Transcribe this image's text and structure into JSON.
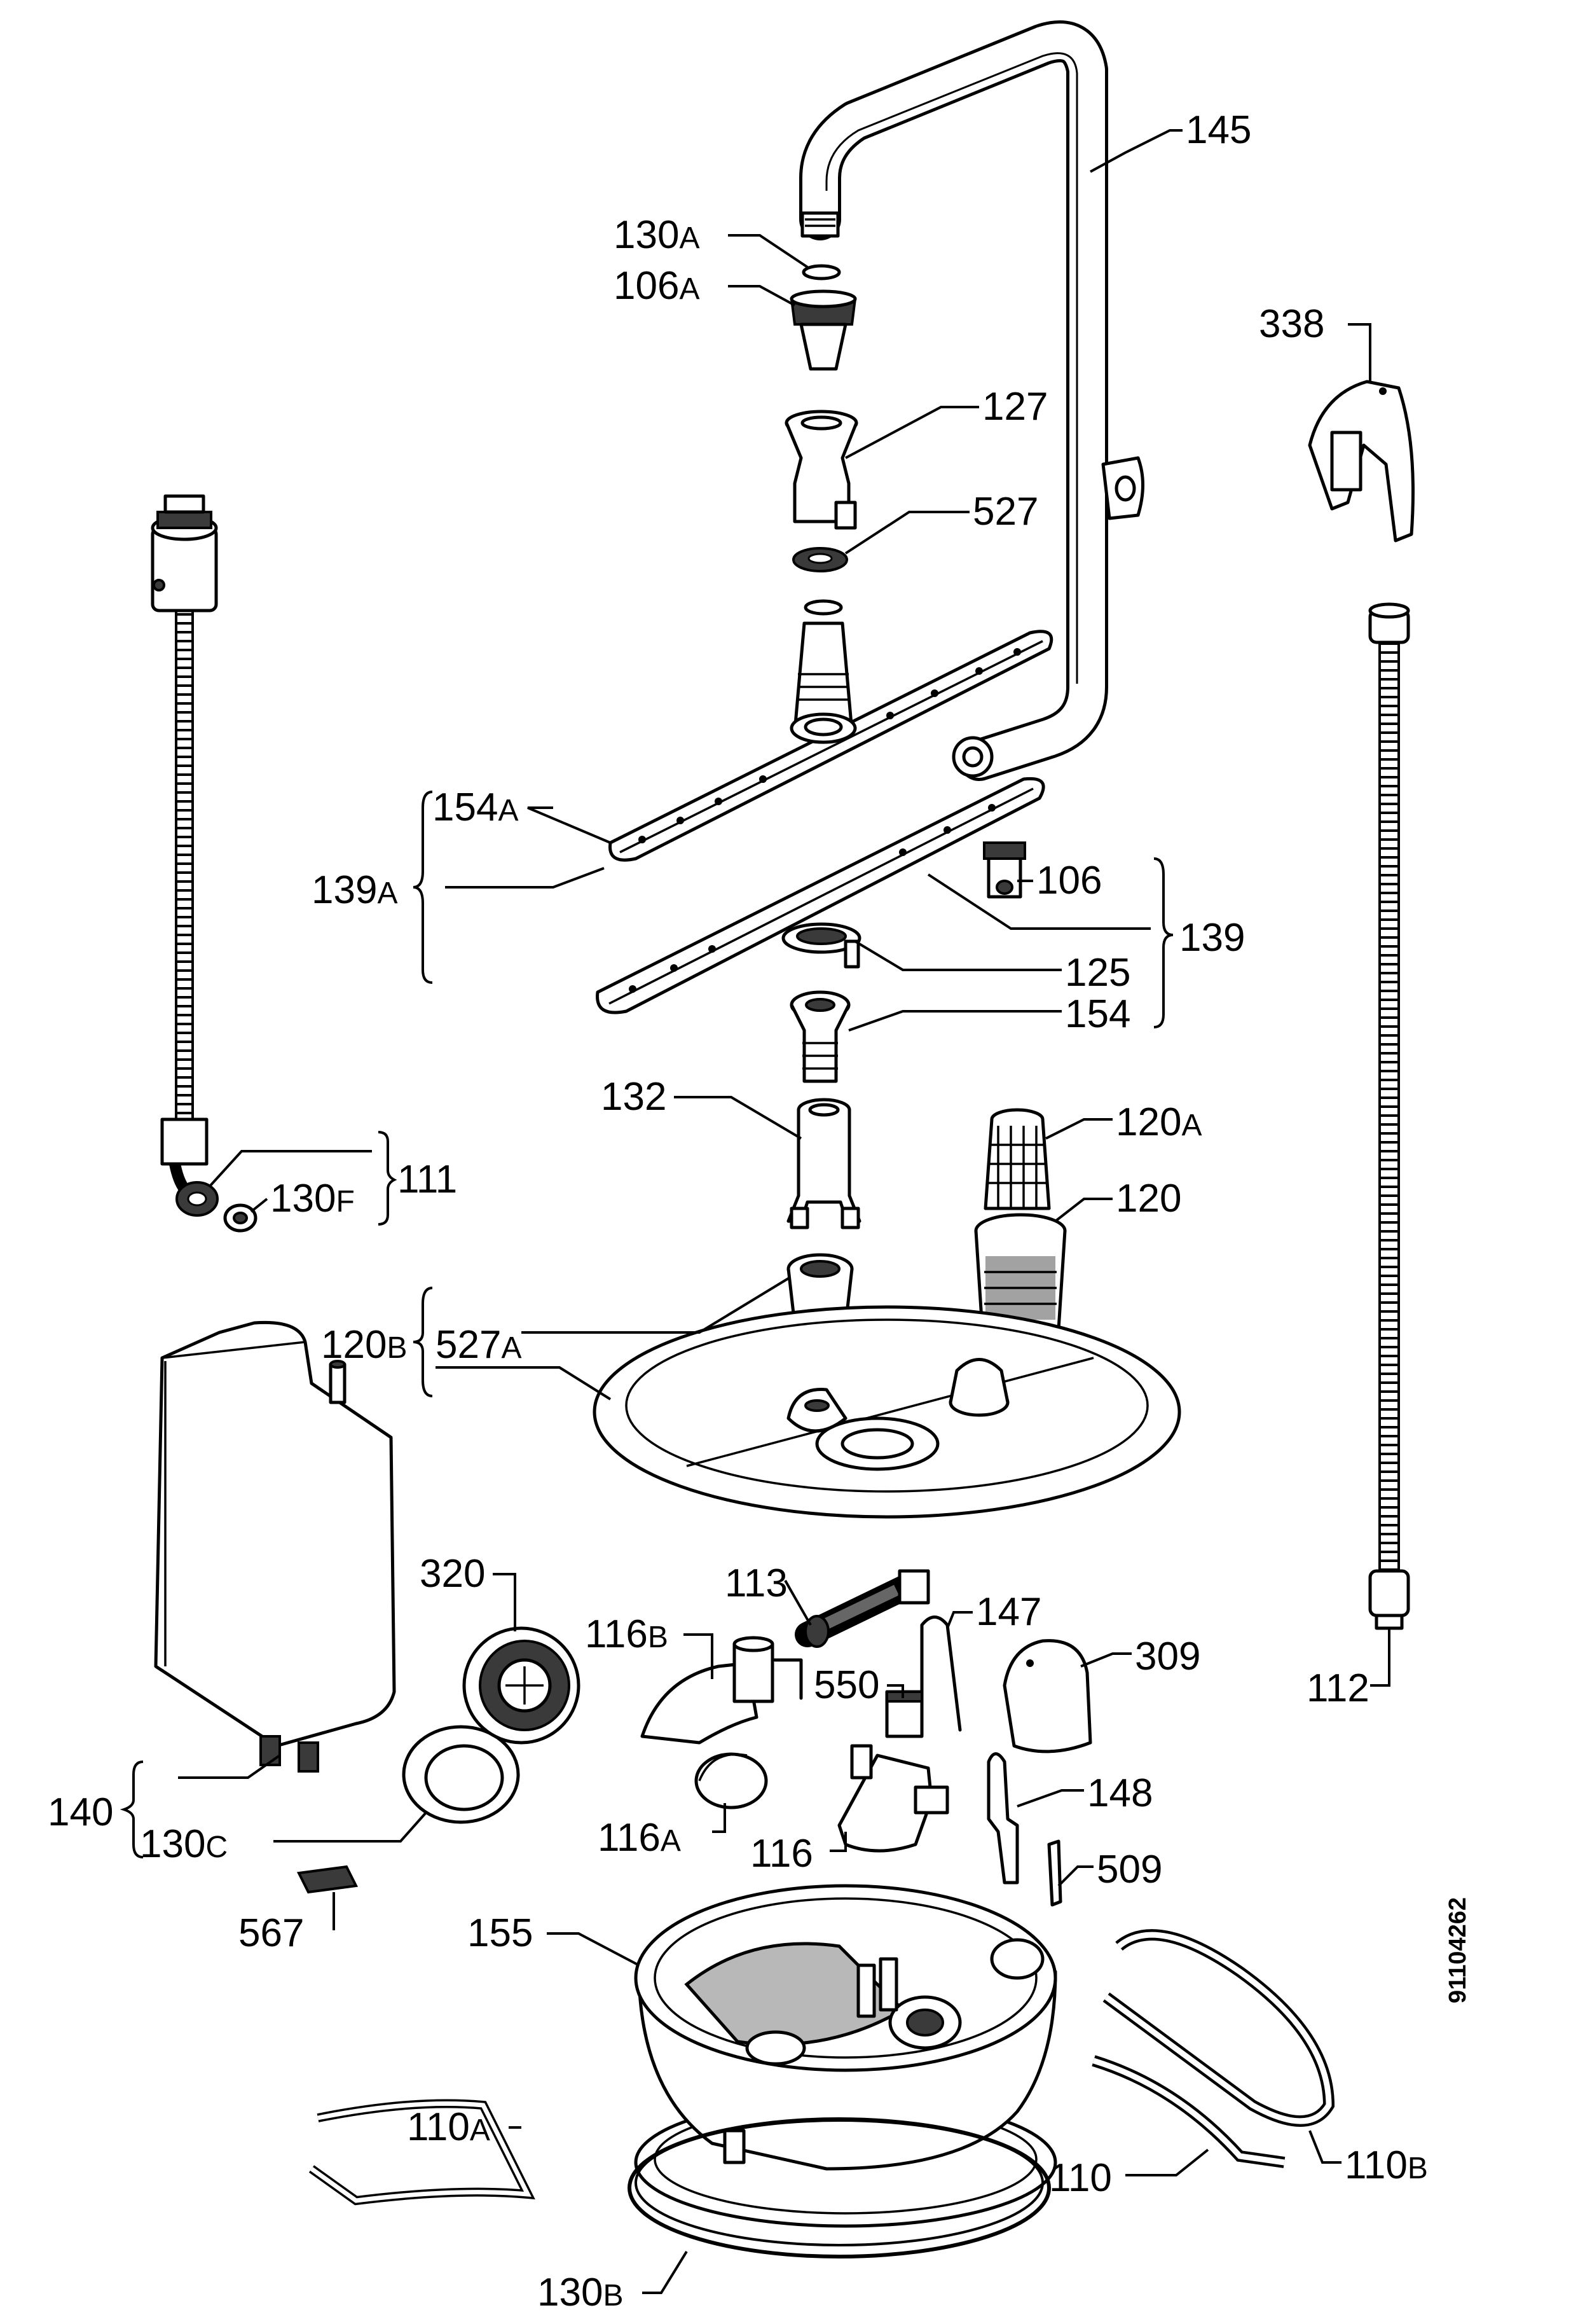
{
  "labels": [
    {
      "id": "145",
      "num": "145",
      "sfx": ""
    },
    {
      "id": "130A",
      "num": "130",
      "sfx": "A"
    },
    {
      "id": "106A",
      "num": "106",
      "sfx": "A"
    },
    {
      "id": "338",
      "num": "338",
      "sfx": ""
    },
    {
      "id": "127",
      "num": "127",
      "sfx": ""
    },
    {
      "id": "527",
      "num": "527",
      "sfx": ""
    },
    {
      "id": "154A",
      "num": "154",
      "sfx": "A"
    },
    {
      "id": "139A",
      "num": "139",
      "sfx": "A"
    },
    {
      "id": "106",
      "num": "106",
      "sfx": ""
    },
    {
      "id": "139",
      "num": "139",
      "sfx": ""
    },
    {
      "id": "125",
      "num": "125",
      "sfx": ""
    },
    {
      "id": "154",
      "num": "154",
      "sfx": ""
    },
    {
      "id": "132",
      "num": "132",
      "sfx": ""
    },
    {
      "id": "120A",
      "num": "120",
      "sfx": "A"
    },
    {
      "id": "111",
      "num": "111",
      "sfx": ""
    },
    {
      "id": "130F",
      "num": "130",
      "sfx": "F"
    },
    {
      "id": "120",
      "num": "120",
      "sfx": ""
    },
    {
      "id": "120B",
      "num": "120",
      "sfx": "B"
    },
    {
      "id": "527A",
      "num": "527",
      "sfx": "A"
    },
    {
      "id": "113",
      "num": "113",
      "sfx": ""
    },
    {
      "id": "320",
      "num": "320",
      "sfx": ""
    },
    {
      "id": "147",
      "num": "147",
      "sfx": ""
    },
    {
      "id": "116B",
      "num": "116",
      "sfx": "B"
    },
    {
      "id": "309",
      "num": "309",
      "sfx": ""
    },
    {
      "id": "550",
      "num": "550",
      "sfx": ""
    },
    {
      "id": "112",
      "num": "112",
      "sfx": ""
    },
    {
      "id": "148",
      "num": "148",
      "sfx": ""
    },
    {
      "id": "140",
      "num": "140",
      "sfx": ""
    },
    {
      "id": "116A",
      "num": "116",
      "sfx": "A"
    },
    {
      "id": "130C",
      "num": "130",
      "sfx": "C"
    },
    {
      "id": "116",
      "num": "116",
      "sfx": ""
    },
    {
      "id": "509",
      "num": "509",
      "sfx": ""
    },
    {
      "id": "567",
      "num": "567",
      "sfx": ""
    },
    {
      "id": "155",
      "num": "155",
      "sfx": ""
    },
    {
      "id": "110A",
      "num": "110",
      "sfx": "A"
    },
    {
      "id": "110B",
      "num": "110",
      "sfx": "B"
    },
    {
      "id": "110",
      "num": "110",
      "sfx": ""
    },
    {
      "id": "130B",
      "num": "130",
      "sfx": "B"
    }
  ],
  "document_number": "91104262"
}
